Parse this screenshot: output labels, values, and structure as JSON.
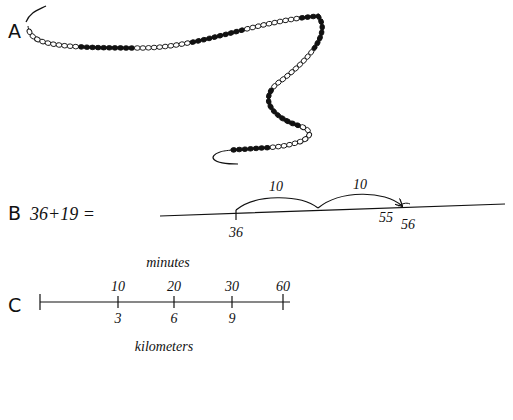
{
  "diagram": {
    "labels": [
      "A",
      "B",
      "36+19 =",
      "10",
      "10",
      "36",
      "55",
      "56",
      "C",
      "minutes",
      "10",
      "20",
      "30",
      "60",
      "3",
      "6",
      "9",
      "kilometers"
    ]
  }
}
